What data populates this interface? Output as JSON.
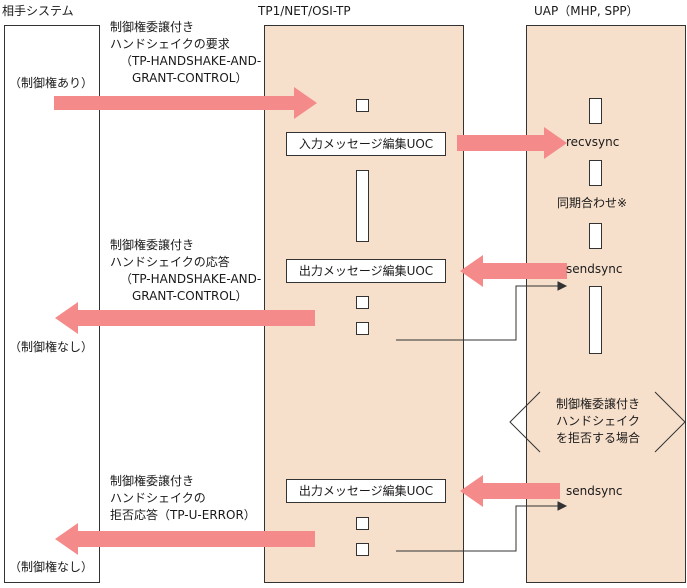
{
  "lanes": {
    "partner": "相手システム",
    "tp1": "TP1/NET/OSI-TP",
    "uap": "UAP（MHP, SPP）"
  },
  "partner_state": {
    "with_control": "（制御権あり）",
    "without_control_1": "（制御権なし）",
    "without_control_2": "（制御権なし）"
  },
  "msg_request": {
    "line1": "制御権委譲付き",
    "line2": "ハンドシェイクの要求",
    "line3": "（TP-HANDSHAKE-AND-",
    "line4": "GRANT-CONTROL）"
  },
  "msg_response": {
    "line1": "制御権委譲付き",
    "line2": "ハンドシェイクの応答",
    "line3": "（TP-HANDSHAKE-AND-",
    "line4": "GRANT-CONTROL）"
  },
  "msg_reject": {
    "line1": "制御権委譲付き",
    "line2": "ハンドシェイクの",
    "line3": "拒否応答（TP-U-ERROR）"
  },
  "uoc": {
    "input": "入力メッセージ編集UOC",
    "output_1": "出力メッセージ編集UOC",
    "output_2": "出力メッセージ編集UOC"
  },
  "uap_calls": {
    "recvsync": "recvsync",
    "sync_note": "同期合わせ※",
    "sendsync_1": "sendsync",
    "sendsync_2": "sendsync"
  },
  "reject_case": {
    "line1": "制御権委譲付き",
    "line2": "ハンドシェイク",
    "line3": "を拒否する場合"
  },
  "colors": {
    "lane_fill": "#f6dfcb",
    "arrow": "#f58a8a",
    "line": "#333333"
  }
}
